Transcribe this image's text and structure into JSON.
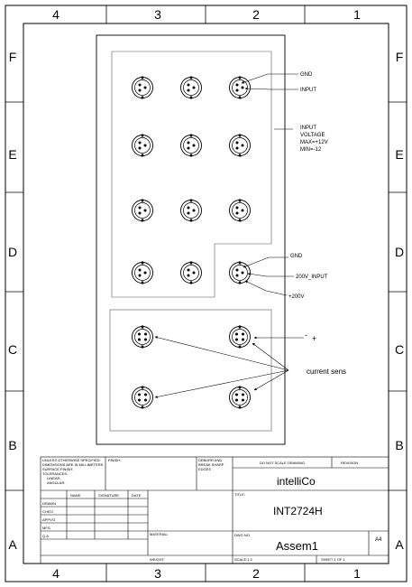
{
  "zones": {
    "columns": [
      "4",
      "3",
      "2",
      "1"
    ],
    "rows": [
      "F",
      "E",
      "D",
      "C",
      "B",
      "A"
    ]
  },
  "annotations": {
    "gnd_top": "GND",
    "input": "INPUT",
    "input_voltage": [
      "INPUT",
      "VOLTAGE",
      "MAX=+12V",
      "MIN=-12"
    ],
    "gnd_mid": "GND",
    "input_200v": "200V_INPUT",
    "plus_200v": "+200V",
    "minus": "-",
    "plus": "+",
    "current_sens": "current sens"
  },
  "title_block": {
    "notes": [
      "UNLESS OTHERWISE SPECIFIED:",
      "DIMENSIONS ARE IN MILLIMETERS",
      "SURFACE FINISH:",
      "TOLERANCES:",
      "LINEAR:",
      "ANGULAR:"
    ],
    "finish": "FINISH:",
    "deburr": [
      "DEBURR AND",
      "BREAK SHARP",
      "EDGES"
    ],
    "do_not_scale": "DO NOT SCALE DRAWING",
    "revision": "REVISION",
    "headers": [
      "NAME",
      "SIGNATURE",
      "DATE"
    ],
    "roles": [
      "DRAWN",
      "CHK'D",
      "APPV'D",
      "MFG",
      "Q.A"
    ],
    "material": "MATERIAL:",
    "weight": "WEIGHT:",
    "title_label": "TITLE:",
    "company": "intelliCo",
    "part_number": "INT2724H",
    "dwg_no_label": "DWG NO.",
    "dwg_no": "Assem1",
    "size": "A4",
    "scale": "SCALE:1:2",
    "sheet": "SHEET 1 OF 1"
  }
}
